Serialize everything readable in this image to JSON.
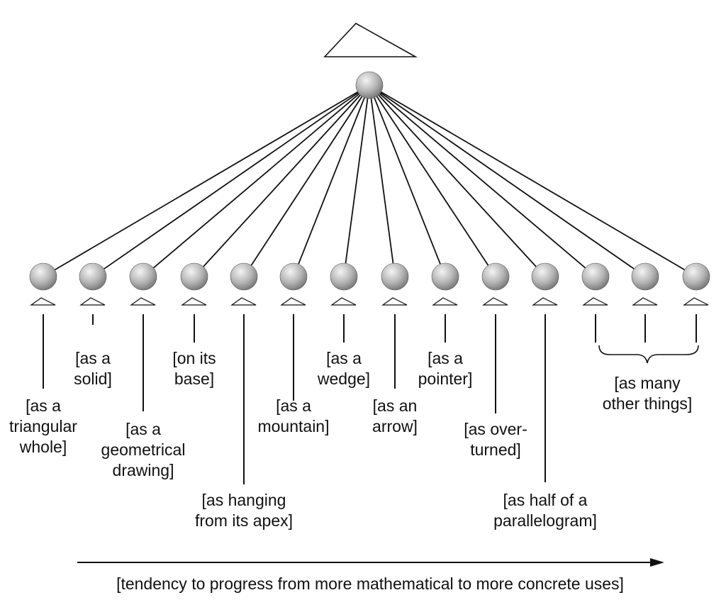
{
  "colors": {
    "ink": "#111111",
    "node_light": "#f4f4f4",
    "node_mid": "#b5b5b5",
    "node_dark": "#6e6e6e",
    "background": "#ffffff"
  },
  "root": {
    "icon": "triangle-outline-icon"
  },
  "children": [
    {
      "lines": [
        "[as a",
        "triangular",
        "whole]"
      ]
    },
    {
      "lines": [
        "[as a",
        "solid]"
      ]
    },
    {
      "lines": [
        "[as a",
        "geometrical",
        "drawing]"
      ]
    },
    {
      "lines": [
        "[on its",
        "base]"
      ]
    },
    {
      "lines": [
        "[as hanging",
        "from its apex]"
      ]
    },
    {
      "lines": [
        "[as a",
        "mountain]"
      ]
    },
    {
      "lines": [
        "[as a",
        "wedge]"
      ]
    },
    {
      "lines": [
        "[as an",
        "arrow]"
      ]
    },
    {
      "lines": [
        "[as a",
        "pointer]"
      ]
    },
    {
      "lines": [
        "[as over-",
        "turned]"
      ]
    },
    {
      "lines": [
        "[as half of a",
        "parallelogram]"
      ]
    },
    {
      "lines": []
    },
    {
      "lines": []
    },
    {
      "lines": []
    }
  ],
  "group_label": {
    "lines": [
      "[as many",
      "other things]"
    ]
  },
  "axis_caption": "[tendency to progress from more mathematical to more concrete uses]"
}
